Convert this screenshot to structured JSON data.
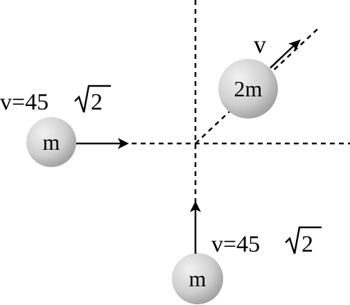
{
  "colors": {
    "ink": "#000000",
    "ball_light": "#e6e6e6",
    "ball_dark": "#9a9a9a",
    "background": "#ffffff"
  },
  "balls": {
    "left": {
      "label": "m"
    },
    "bottom": {
      "label": "m"
    },
    "right": {
      "label": "2m"
    }
  },
  "velocity_labels": {
    "left": {
      "prefix": "v=45",
      "radicand": "2"
    },
    "bottom": {
      "prefix": "v=45",
      "radicand": "2"
    },
    "right": {
      "text": "v"
    }
  }
}
